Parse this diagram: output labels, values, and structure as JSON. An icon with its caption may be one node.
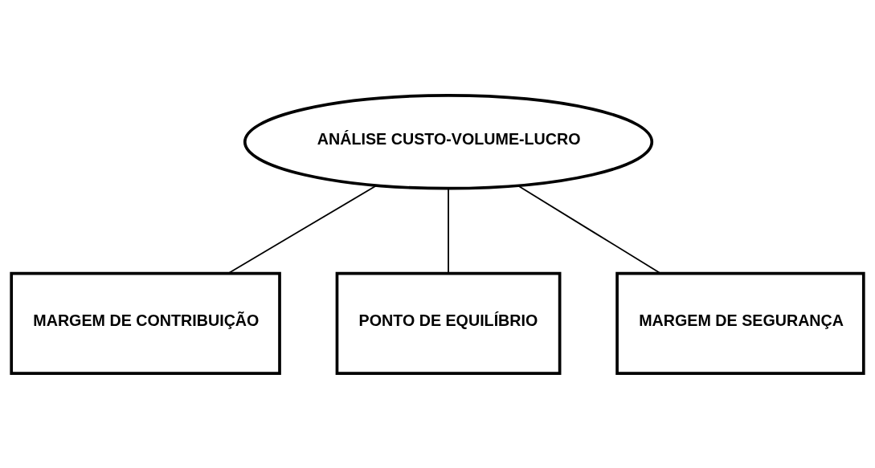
{
  "diagram": {
    "nodes": [
      {
        "text": [
          "ANÁLISE CUSTO-VOLUME-LUCRO"
        ]
      },
      {
        "text": [
          "MARGEM DE CONTRIBUIÇÃO"
        ]
      },
      {
        "text": [
          "PONTO DE EQUILÍBRIO"
        ]
      },
      {
        "text": [
          "MARGEM DE SEGURANÇA"
        ]
      }
    ],
    "edges": [
      {
        "from": 0,
        "to": 1,
        "arrow": "none"
      },
      {
        "from": 0,
        "to": 2,
        "arrow": "none"
      },
      {
        "from": 0,
        "to": 3,
        "arrow": "none"
      }
    ]
  }
}
